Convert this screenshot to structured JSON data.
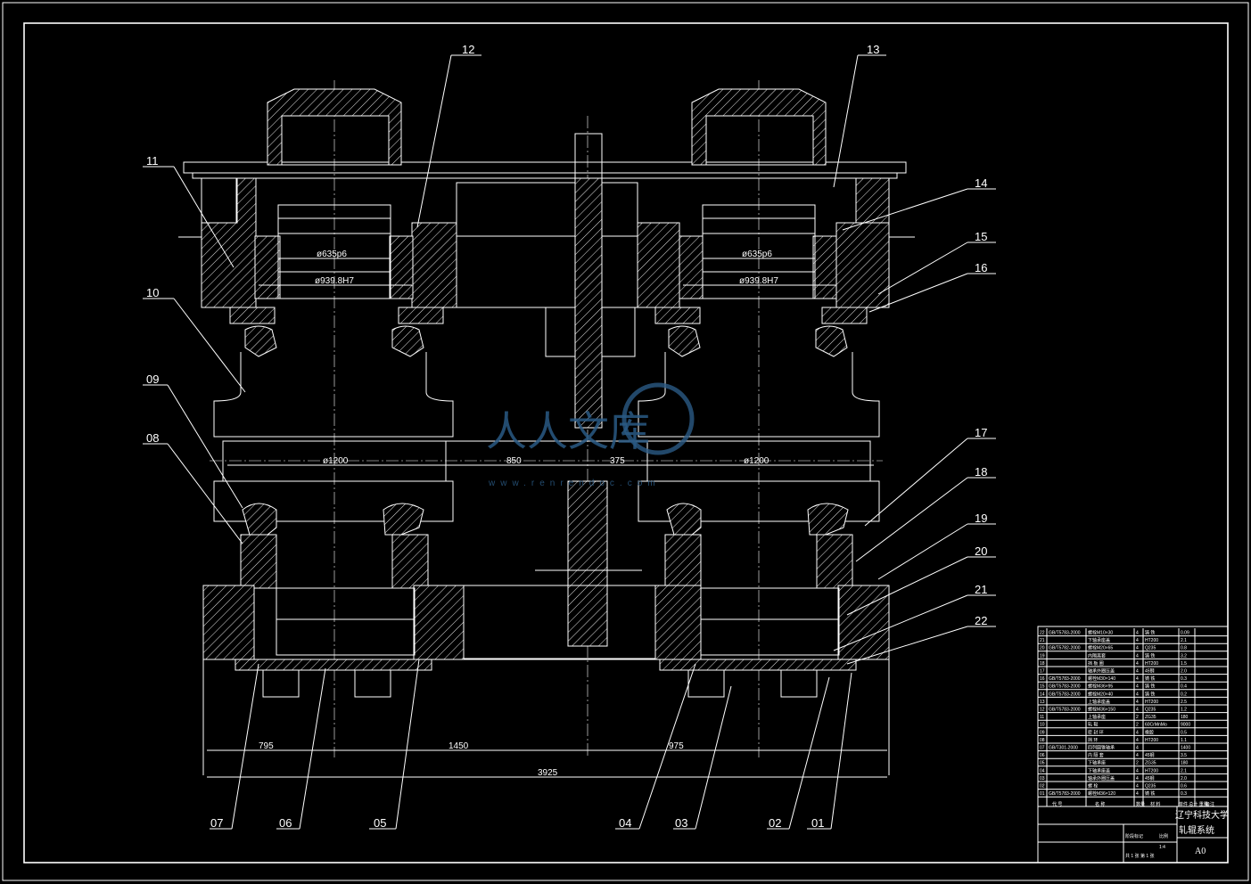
{
  "drawing": {
    "part_labels": [
      "01",
      "02",
      "03",
      "04",
      "05",
      "06",
      "07",
      "08",
      "09",
      "10",
      "11",
      "12",
      "13",
      "14",
      "15",
      "16",
      "17",
      "18",
      "19",
      "20",
      "21",
      "22"
    ],
    "dimensions": {
      "bore_left": "ø635p6",
      "bore_right": "ø635p6",
      "housing_left": "ø939.8H7",
      "housing_right": "ø939.8H7",
      "roll_dia": "ø1200",
      "d850": "850",
      "d375": "375",
      "d795": "795",
      "d1450": "1450",
      "d975": "975",
      "d3925": "3925"
    }
  },
  "watermark": {
    "text": "人人文库",
    "url": "www.renrendoc.com"
  },
  "title_block": {
    "bom_rows": [
      {
        "no": "22",
        "code": "GB/T5783-2000",
        "name": "螺栓M10×30",
        "qty": "4",
        "mat": "铸 铁",
        "note": "0.09"
      },
      {
        "no": "21",
        "code": "",
        "name": "下轴承座盖",
        "qty": "4",
        "mat": "HT200",
        "note": "2.1"
      },
      {
        "no": "20",
        "code": "GB/T5782-2000",
        "name": "螺栓M20×65",
        "qty": "4",
        "mat": "Q235",
        "note": "0.8"
      },
      {
        "no": "19",
        "code": "",
        "name": "内隔离套",
        "qty": "4",
        "mat": "铸 铁",
        "note": "3.2"
      },
      {
        "no": "18",
        "code": "",
        "name": "挡 板 圈",
        "qty": "4",
        "mat": "HT200",
        "note": "1.5"
      },
      {
        "no": "17",
        "code": "",
        "name": "轴承外圈压盖",
        "qty": "4",
        "mat": "45钢",
        "note": "2.0"
      },
      {
        "no": "16",
        "code": "GB/T5783-2000",
        "name": "螺栓M30×140",
        "qty": "4",
        "mat": "铸 铁",
        "note": "0.3"
      },
      {
        "no": "15",
        "code": "GB/T5783-2000",
        "name": "螺栓M36×95",
        "qty": "4",
        "mat": "铸 铁",
        "note": "0.4"
      },
      {
        "no": "14",
        "code": "GB/T5783-2000",
        "name": "螺栓M20×40",
        "qty": "4",
        "mat": "铸 铁",
        "note": "0.2"
      },
      {
        "no": "13",
        "code": "",
        "name": "上轴承座盖",
        "qty": "4",
        "mat": "HT200",
        "note": "2.5"
      },
      {
        "no": "12",
        "code": "GB/T5783-2000",
        "name": "螺栓M36×150",
        "qty": "4",
        "mat": "Q235",
        "note": "1.2"
      },
      {
        "no": "11",
        "code": "",
        "name": "上轴承座",
        "qty": "2",
        "mat": "ZG35",
        "note": "180"
      },
      {
        "no": "10",
        "code": "",
        "name": "轧 辊",
        "qty": "2",
        "mat": "60CrMnMo",
        "note": "9000"
      },
      {
        "no": "09",
        "code": "",
        "name": "密 封 环",
        "qty": "4",
        "mat": "橡胶",
        "note": "0.5"
      },
      {
        "no": "08",
        "code": "",
        "name": "挡 环",
        "qty": "4",
        "mat": "HT200",
        "note": "1.1"
      },
      {
        "no": "07",
        "code": "GB/T301-2000",
        "name": "四列圆锥轴承",
        "qty": "4",
        "mat": "",
        "note": "1400"
      },
      {
        "no": "06",
        "code": "",
        "name": "内 隔 套",
        "qty": "4",
        "mat": "45钢",
        "note": "3.5"
      },
      {
        "no": "05",
        "code": "",
        "name": "下轴承座",
        "qty": "2",
        "mat": "ZG35",
        "note": "180"
      },
      {
        "no": "04",
        "code": "",
        "name": "下轴承座盖",
        "qty": "4",
        "mat": "HT200",
        "note": "2.1"
      },
      {
        "no": "03",
        "code": "",
        "name": "轴承外圈压盖",
        "qty": "4",
        "mat": "45钢",
        "note": "2.0"
      },
      {
        "no": "02",
        "code": "",
        "name": "螺 栓",
        "qty": "4",
        "mat": "Q235",
        "note": "0.6"
      },
      {
        "no": "01",
        "code": "GB/T5783-2000",
        "name": "螺栓M36×120",
        "qty": "4",
        "mat": "铸 铁",
        "note": "0.3"
      }
    ],
    "header": {
      "code": "代 号",
      "name": "名 称",
      "qty": "数量",
      "mat": "材 料",
      "weight": "单件 总计 重量",
      "note": "备注"
    },
    "school": "辽宁科技大学",
    "drawing_title": "轧辊系统",
    "size": "A0",
    "sheet": "共 1 张 第 1 张",
    "scale": "1:4",
    "stage_label": "阶段标记",
    "weight_label": "重量",
    "scale_label": "比例"
  }
}
